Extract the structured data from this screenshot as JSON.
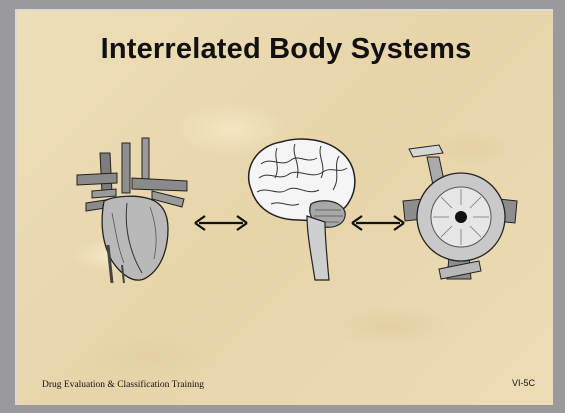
{
  "slide": {
    "title": "Interrelated Body Systems",
    "footer_left": "Drug Evaluation & Classification Training",
    "footer_right": "VI-5C"
  },
  "illustrations": [
    "heart-icon",
    "brain-icon",
    "eye-icon"
  ],
  "arrows": [
    "double-arrow-icon",
    "double-arrow-icon"
  ],
  "colors": {
    "background_frame": "#9a9a9c",
    "slide_parchment": "#ecdcb4",
    "text": "#111111"
  }
}
